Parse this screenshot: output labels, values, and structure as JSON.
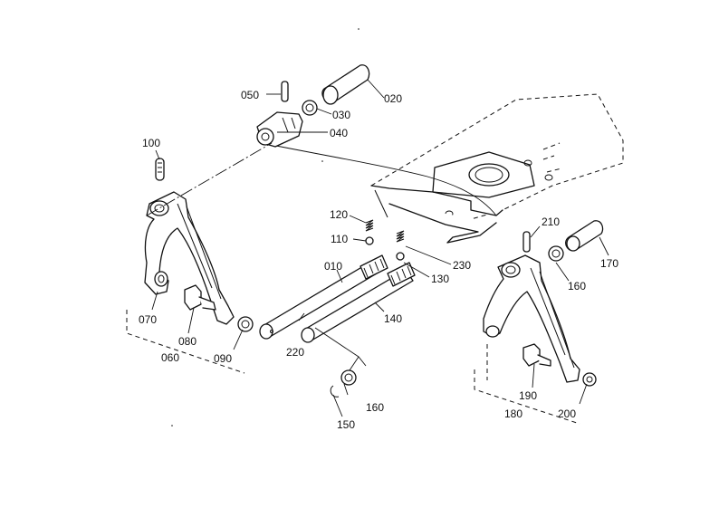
{
  "parts": {
    "p010": "010",
    "p020": "020",
    "p030": "030",
    "p040": "040",
    "p050": "050",
    "p060": "060",
    "p070": "070",
    "p080": "080",
    "p090": "090",
    "p100": "100",
    "p110": "110",
    "p120": "120",
    "p130": "130",
    "p140": "140",
    "p150": "150",
    "p160a": "160",
    "p160b": "160",
    "p170": "170",
    "p180": "180",
    "p190": "190",
    "p200": "200",
    "p210": "210",
    "p220": "220",
    "p230": "230"
  }
}
